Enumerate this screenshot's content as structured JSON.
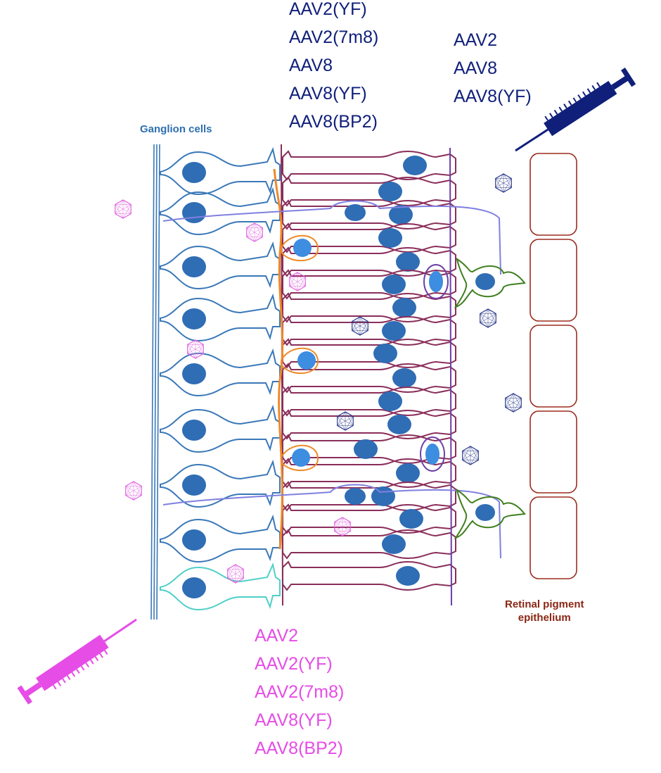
{
  "labels": {
    "ganglion_cells": "Ganglion cells",
    "rpe_line1": "Retinal pigment",
    "rpe_line2": "epithelium"
  },
  "subretinal_serotypes_left": [
    "AAV2(YF)",
    "AAV2(7m8)",
    "AAV8",
    "AAV8(YF)",
    "AAV8(BP2)"
  ],
  "subretinal_serotypes_right": [
    "AAV2",
    "AAV8",
    "AAV8(YF)"
  ],
  "intravitreal_serotypes": [
    "AAV2",
    "AAV2(YF)",
    "AAV2(7m8)",
    "AAV8(YF)",
    "AAV8(BP2)"
  ],
  "colors": {
    "subretinal": "#0f1f7a",
    "intravitreal": "#e64ce6",
    "ganglion": "#3a78b8",
    "ganglion_label": "#2e6fb0",
    "photoreceptor": "#8a2e5a",
    "bipolar": "#8080e0",
    "amacrine": "#ee8a2a",
    "muller": "#6b3fa8",
    "rpe": "#9b2d1f",
    "rpe_label": "#8a2614",
    "nucleus": "#2f6db5",
    "glia": "#3f7f1f",
    "displaced": "#4fd0c8",
    "virus_pink": "#e066e0",
    "virus_blue": "#2b3a8a"
  },
  "icons": [
    "syringe-icon",
    "aav-capsid-icon"
  ]
}
